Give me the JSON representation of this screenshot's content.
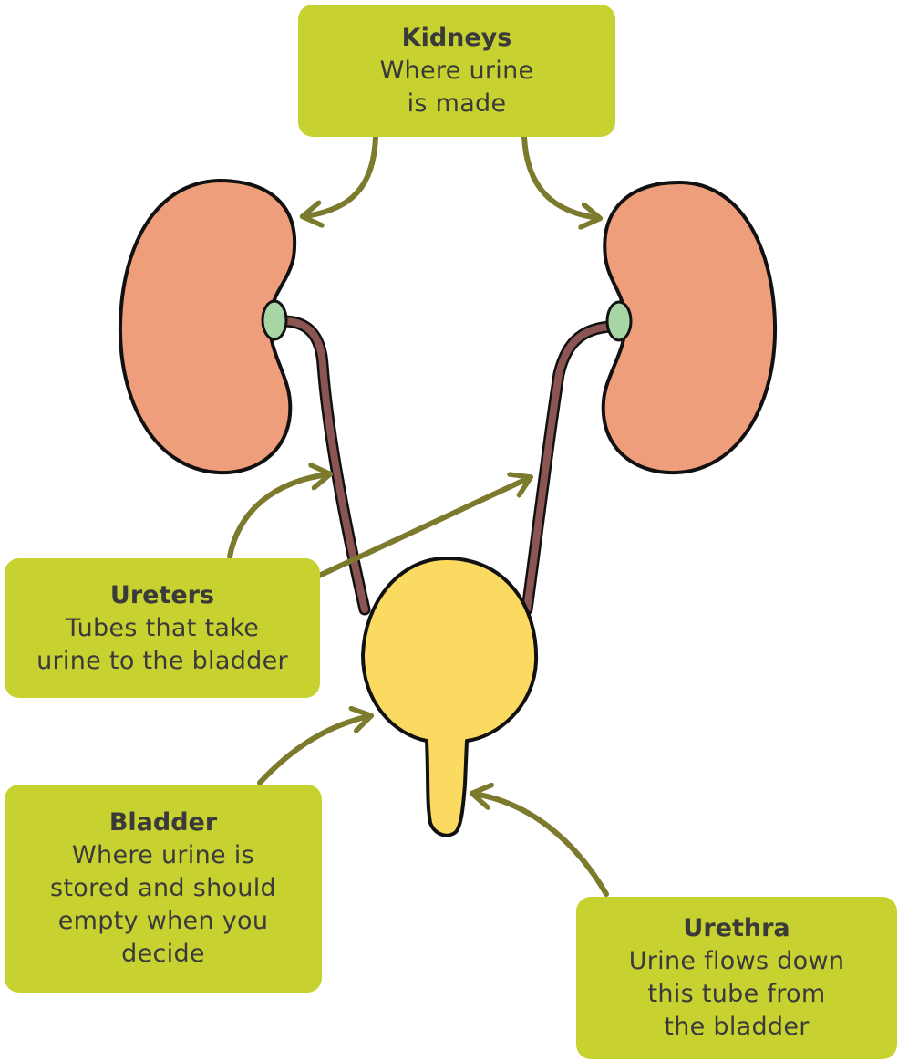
{
  "colors": {
    "label_background": "#c7d230",
    "kidney": "#ee9e7b",
    "kidney_pelvis": "#a8d5a5",
    "ureter": "#8a5553",
    "bladder": "#fbda62",
    "arrow": "#7c7a2d",
    "outline": "#111111"
  },
  "labels": {
    "kidneys": {
      "title": "Kidneys",
      "lines": [
        "Where urine",
        "is made"
      ]
    },
    "ureters": {
      "title": "Ureters",
      "lines": [
        "Tubes that take",
        "urine to the bladder"
      ]
    },
    "bladder": {
      "title": "Bladder",
      "lines": [
        "Where urine is",
        "stored and should",
        "empty when you",
        "decide"
      ]
    },
    "urethra": {
      "title": "Urethra",
      "lines": [
        "Urine flows down",
        "this tube from",
        "the bladder"
      ]
    }
  }
}
